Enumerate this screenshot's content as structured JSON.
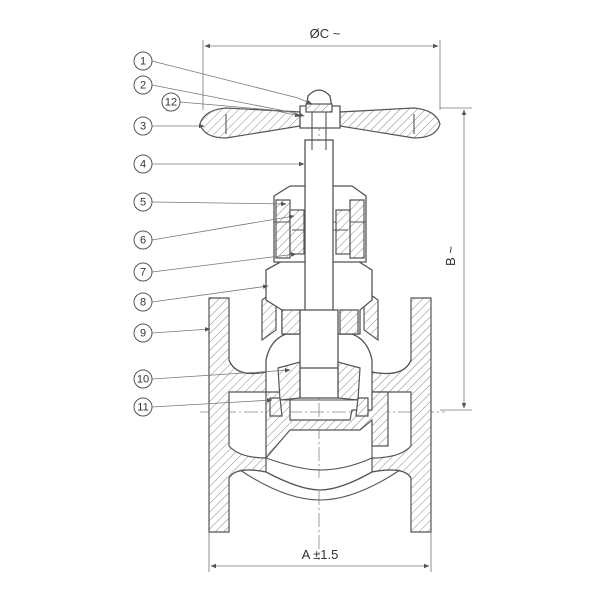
{
  "callouts": [
    "1",
    "2",
    "12",
    "3",
    "4",
    "5",
    "6",
    "7",
    "8",
    "9",
    "10",
    "11"
  ],
  "dimensions": {
    "top": "ØC ~",
    "right": "B ~",
    "bottom": "A ±1.5"
  }
}
